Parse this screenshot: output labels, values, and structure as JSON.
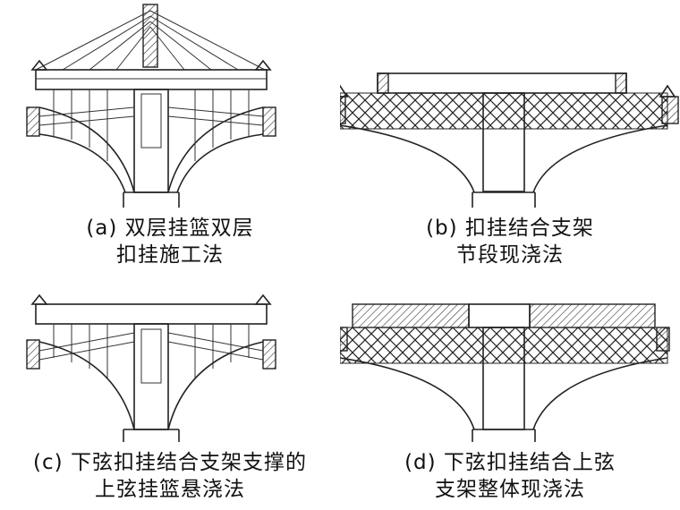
{
  "panels": [
    {
      "id": "a",
      "caption_line1": "(a) 双层挂篮双层",
      "caption_line2": "扣挂施工法"
    },
    {
      "id": "b",
      "caption_line1": "(b) 扣挂结合支架",
      "caption_line2": "节段现浇法"
    },
    {
      "id": "c",
      "caption_line1": "(c) 下弦扣挂结合支架支撑的",
      "caption_line2": "上弦挂篮悬浇法"
    },
    {
      "id": "d",
      "caption_line1": "(d) 下弦扣挂结合上弦",
      "caption_line2": "支架整体现浇法"
    }
  ]
}
